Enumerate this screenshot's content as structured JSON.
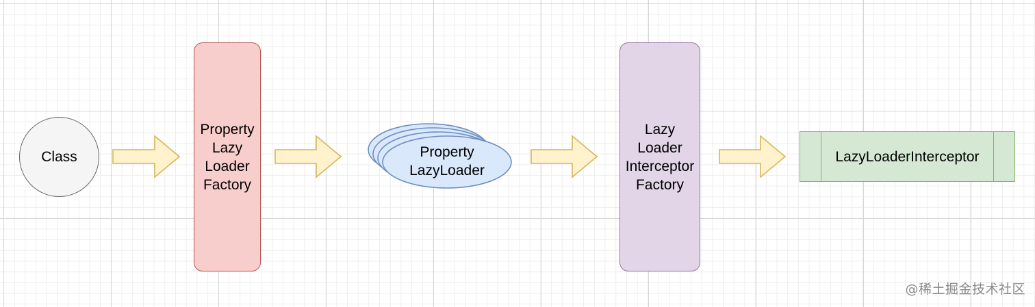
{
  "diagram": {
    "nodes": {
      "class": {
        "label": "Class"
      },
      "property_lazy_loader_factory": {
        "label": "Property\nLazy\nLoader\nFactory"
      },
      "property_lazy_loader": {
        "label": "Property\nLazyLoader"
      },
      "lazy_loader_interceptor_factory": {
        "label": "Lazy\nLoader\nInterceptor\nFactory"
      },
      "lazy_loader_interceptor": {
        "label": "LazyLoaderInterceptor"
      }
    },
    "colors": {
      "circle_fill": "#f5f5f5",
      "circle_stroke": "#666666",
      "red_fill": "#f8cecc",
      "red_stroke": "#b85450",
      "blue_fill": "#dae8fc",
      "blue_stroke": "#6c8ebf",
      "purple_fill": "#e1d5e7",
      "purple_stroke": "#9673a6",
      "green_fill": "#d5e8d4",
      "green_stroke": "#82b366",
      "arrow_fill": "#fff2cc",
      "arrow_stroke": "#d6b656"
    }
  },
  "watermark": {
    "text": "@稀土掘金技术社区"
  }
}
